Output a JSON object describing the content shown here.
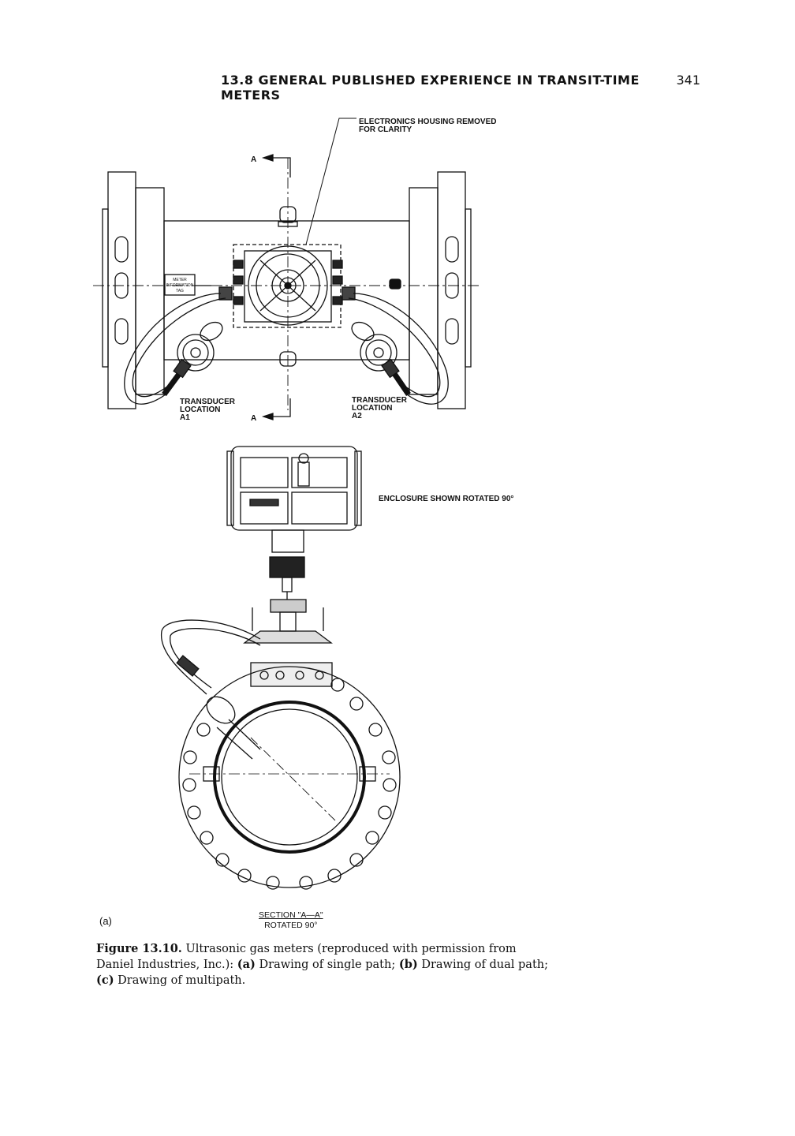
{
  "header": {
    "title": "13.8  GENERAL PUBLISHED EXPERIENCE IN TRANSIT-TIME METERS",
    "page_number": "341"
  },
  "drawing": {
    "electronics_note_1": "ELECTRONICS  HOUSING  REMOVED",
    "electronics_note_2": "FOR  CLARITY",
    "section_marker": "A",
    "tag_1": "METER",
    "tag_2": "INFORMATION",
    "tag_3": "TAG",
    "transducer_a1": [
      "TRANSDUCER",
      "LOCATION",
      "A1"
    ],
    "transducer_a2": [
      "TRANSDUCER",
      "LOCATION",
      "A2"
    ],
    "enclosure_note": "ENCLOSURE  SHOWN  ROTATED  90°",
    "section_title": "SECTION  \"A—A\"",
    "section_sub": "ROTATED  90°"
  },
  "figure": {
    "sublabel": "(a)",
    "caption_label": "Figure 13.10.",
    "caption_text_1": " Ultrasonic gas meters (reproduced with permission from Daniel Industries, Inc.): ",
    "a_label": "(a)",
    "a_text": " Drawing of single path; ",
    "b_label": "(b)",
    "b_text": " Drawing of dual path; ",
    "c_label": "(c)",
    "c_text": " Drawing of multipath."
  }
}
